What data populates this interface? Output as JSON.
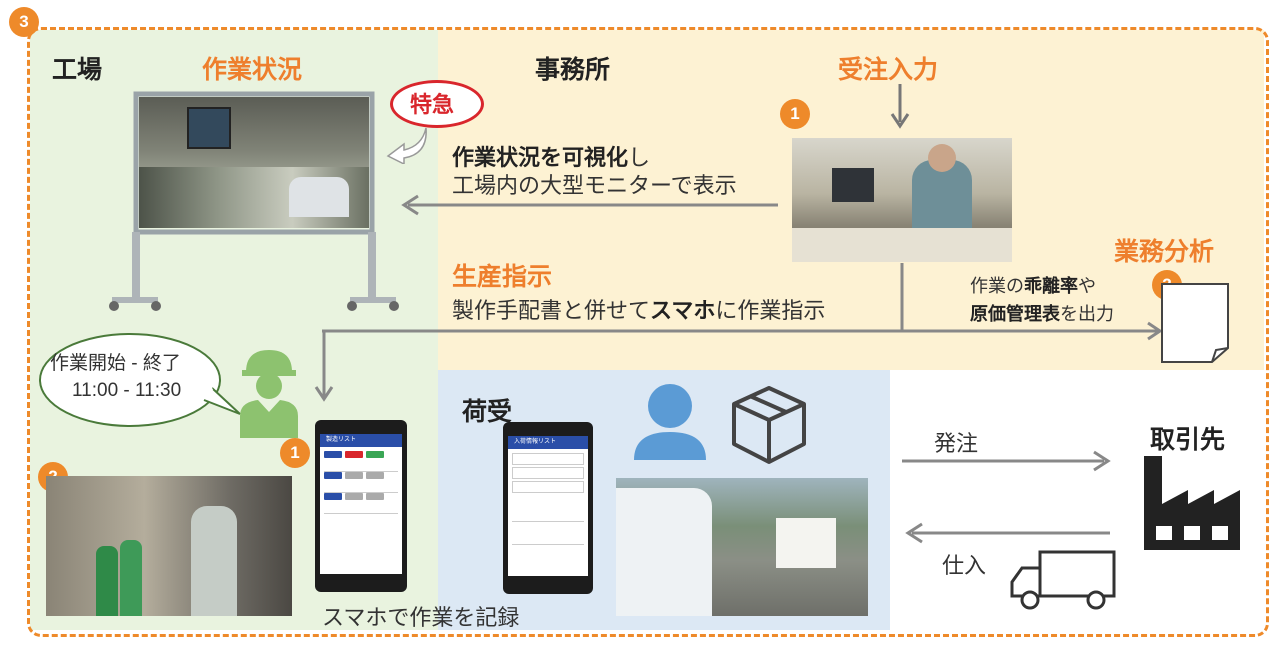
{
  "badge_top": "3",
  "factory": {
    "title": "工場",
    "status_title": "作業状況",
    "urgent": "特急",
    "bubble_line1": "作業開始 - 終了",
    "bubble_line2": "11:00 - 11:30",
    "badge1": "1",
    "badge2": "2",
    "record_text": "スマホで作業を記録"
  },
  "office": {
    "title": "事務所",
    "order_input": "受注入力",
    "badge1": "1",
    "visual_bold": "作業状況を可視化",
    "visual_rest": "し",
    "monitor_text": "工場内の大型モニターで表示",
    "prod_title": "生産指示",
    "prod_pre": "製作手配書と併せて",
    "prod_bold": "スマホ",
    "prod_post": "に作業指示",
    "analysis_title": "業務分析",
    "badge2": "2",
    "out_pre": "作業の",
    "out_bold1": "乖離率",
    "out_mid": "や",
    "out_bold2": "原価管理表",
    "out_post": "を出力"
  },
  "receiving": {
    "title": "荷受",
    "phone_title": "入荷情報リスト"
  },
  "partner": {
    "title": "取引先",
    "order": "発注",
    "purchase": "仕入"
  },
  "phone_factory": {
    "header": "製造リスト"
  },
  "colors": {
    "accent": "#EE7F2D",
    "factory_bg": "#E9F3DF",
    "office_bg": "#FDF2D3",
    "receiving_bg": "#DCE8F4",
    "urgent_red": "#D9262C",
    "worker_green": "#8DC26F",
    "person_blue": "#5B9BD5"
  }
}
